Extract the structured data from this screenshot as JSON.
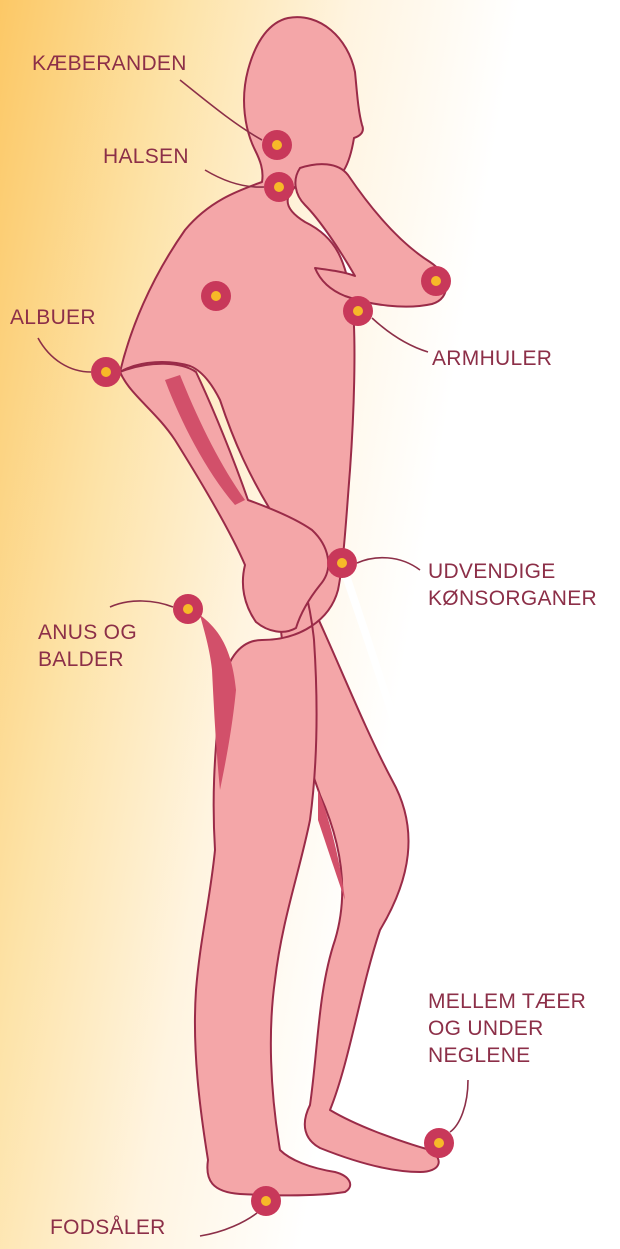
{
  "colors": {
    "label_text": "#8c2f48",
    "body_fill": "#f4a6a8",
    "body_outline": "#9a2b48",
    "body_shadow": "#d2506a",
    "marker_ring": "#c8385a",
    "marker_dot": "#f7b928",
    "leader_line": "#8c2f48",
    "background_warm": "#fcc866"
  },
  "icons": {
    "marker": "red-circle-with-yellow-dot-icon",
    "figure": "human-body-side-view-icon"
  },
  "labels": {
    "jaw": "KÆBERANDEN",
    "neck": "HALSEN",
    "elbows": "ALBUER",
    "armpits": "ARMHULER",
    "genitals": "UDVENDIGE\nKØNSORGANER",
    "anus": "ANUS OG\nBALDER",
    "toes": "MELLEM TÆER\nOG UNDER\nNEGLENE",
    "soles": "FODSÅLER"
  }
}
